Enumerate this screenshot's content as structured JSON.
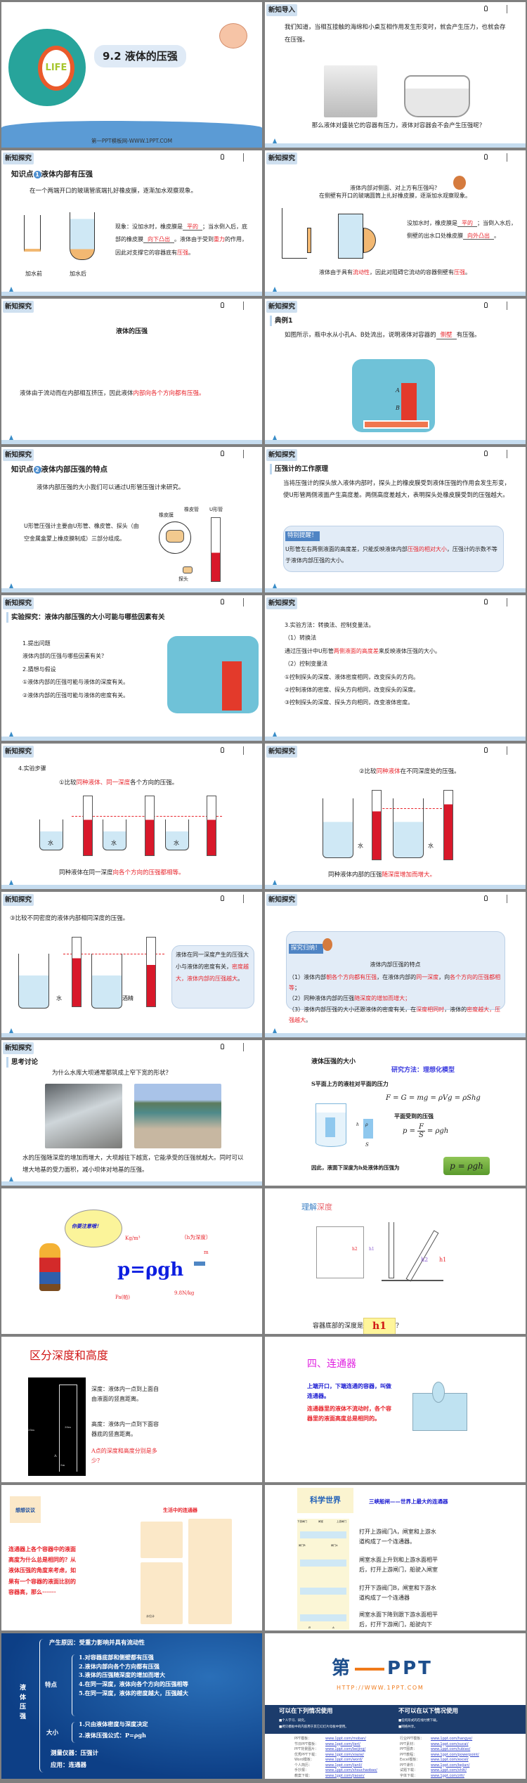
{
  "common": {
    "tag_intro": "新知导入",
    "tag_explore": "新知探究",
    "water": "水"
  },
  "s1": {
    "logo": "LIFE",
    "title": "9.2 液体的压强",
    "footer": "第一PPT模板网-WWW.1PPT.COM"
  },
  "s2": {
    "p1": "我们知道，当相互接触的海绵和小桌互相作用发生形变时，就会产生压力，也就会存在压强。",
    "p2": "那么液体对盛装它的容器有压力，液体对容器会不会产生压强呢？"
  },
  "s3": {
    "kp": "知识点",
    "num": "1",
    "heading": "液体内部有压强",
    "intro": "在一个两端开口的玻璃管底端扎好橡皮膜，逐渐加水观察现象。",
    "before": "加水前",
    "after": "加水后",
    "text": [
      "现象：没加水时，橡皮膜是",
      {
        "blank": "平的"
      },
      "；当水倒入后，底部的橡皮膜",
      {
        "blank": "向下凸出"
      },
      "。液体由于受到",
      {
        "red": "重力"
      },
      "的作用，因此对支撑它的容器底有",
      {
        "red": "压强"
      },
      "。"
    ]
  },
  "s4": {
    "q1": "液体内部对侧面、对上方有压强吗？",
    "q2": "在侧壁有开口的玻璃圆筒上扎好橡皮膜，逐渐加水观察现象。",
    "text": [
      "没加水时，橡皮膜是",
      {
        "blank": "平的"
      },
      "；当倒入水后，侧壁的出水口处橡皮膜",
      {
        "blank": "向外凸出"
      },
      "。"
    ],
    "concl": [
      "液体由于具有",
      {
        "red": "流动性"
      },
      "，因此对阻碍它流动的容器侧壁有",
      {
        "red": "压强"
      },
      "。"
    ]
  },
  "s5": {
    "title": "液体的压强",
    "text": [
      "液体由于流动而在内部相互挤压，因此液体",
      {
        "red": "内部向各个方向都有压强。"
      }
    ]
  },
  "s6": {
    "example": "典例1",
    "text": [
      "如图所示，瓶中水从小孔A、B处流出，说明液体对容器的",
      {
        "blank": "侧壁"
      },
      "有压强。"
    ],
    "label_a": "A",
    "label_b": "B"
  },
  "s7": {
    "kp": "知识点",
    "num": "2",
    "heading": "液体内部压强的特点",
    "intro": "液体内部压强的大小我们可以通过U形管压强计来研究。",
    "desc": "U形管压强计主要由U形管、橡皮管、探头（由空金属盒蒙上橡皮膜制成）三部分组成。",
    "l_membrane": "橡皮膜",
    "l_hose": "橡皮管",
    "l_utube": "U形管",
    "l_probe": "探头"
  },
  "s8": {
    "heading": "压强计的工作原理",
    "p": "当将压强计的探头放入液体内部时，探头上的橡皮膜受到液体压强的作用会发生形变，使U形管两侧液面产生高度差。两侧高度差越大，表明探头处橡皮膜受到的压强越大。",
    "remind": "特别提醒！",
    "text": [
      "U形管左右两侧液面的高度差，只能反映液体内部",
      {
        "red": "压强的相对大小"
      },
      "，压强计的示数不等于液体内部压强的大小。"
    ]
  },
  "s9": {
    "heading": "实验探究：液体内部压强的大小可能与哪些因素有关",
    "lines": [
      "1.提出问题",
      "液体内部的压强与哪些因素有关？",
      "2.猜想与假设",
      "①液体内部的压强可能与液体的深度有关。",
      "②液体内部的压强可能与液体的密度有关。"
    ]
  },
  "s10": {
    "l1": "3.实验方法：转换法、控制变量法。",
    "l2": "（1）转换法",
    "l3": [
      "通过压强计中U形管",
      {
        "red": "两侧液面的高度差"
      },
      "来反映液体压强的大小。"
    ],
    "l4": "（2）控制变量法",
    "l5": "①控制探头的深度、液体密度相同，改变探头的方向。",
    "l6": "②控制液体的密度、探头方向相同，改变探头的深度。",
    "l7": "③控制探头的深度、探头方向相同，改变液体密度。"
  },
  "s11": {
    "step": "4.实验步骤",
    "title": [
      "①比较",
      {
        "red": "同种液体、同一深度"
      },
      "各个方向的压强。"
    ],
    "concl": [
      "同种液体在同一深度",
      {
        "red": "向各个方向的压强都相等。"
      }
    ]
  },
  "s12": {
    "title": [
      "②比较",
      {
        "red": "同种液体"
      },
      "在不同深度处的压强。"
    ],
    "concl": [
      "同种液体内部的压强",
      {
        "red": "随深度增加而增大。"
      }
    ]
  },
  "s13": {
    "title": "③比较不同密度的液体内部相同深度的压强。",
    "alcohol": "酒精",
    "bubble": [
      "液体在同一深度产生的压强大小与液体的密度有关，",
      {
        "red": "密度越大，液体内部的压强越大"
      },
      "。"
    ]
  },
  "s14": {
    "label": "探究归纳！",
    "title": "液体内部压强的特点",
    "i1": [
      "（1）液体内部",
      {
        "red": "朝各个方向都有压强"
      },
      "，在液体内部的",
      {
        "red": "同一深度"
      },
      "，向",
      {
        "red": "各个方向的压强都相等"
      },
      "；"
    ],
    "i2": [
      "（2）同种液体内部的压强",
      {
        "red": "随深度的增加而增大；"
      }
    ],
    "i3": [
      "（3）液体内部压强的大小还跟液体的密度有关，在",
      {
        "red": "深度相同时"
      },
      "，液体的",
      {
        "red": "密度越大，压强越大"
      },
      "。"
    ]
  },
  "s15": {
    "heading": "思考讨论",
    "q": "为什么水库大坝通常都筑成上窄下宽的形状？",
    "a": "水的压强随深度的增加而增大，大坝越往下越宽，它能承受的压强就越大。同时可以增大地基的受力面积，减小坝体对地基的压强。"
  },
  "s16": {
    "title": "液体压强的大小",
    "method": "研究方法：理想化模型",
    "l1": "S平面上方的液柱对平面的压力",
    "f1": "F = G = mg = ρVg = ρShg",
    "l2": "平面受到的压强",
    "f2_lhs": "p =",
    "f2_num": "F",
    "f2_den": "S",
    "f2_rhs": "= ρgh",
    "concl": "因此，液面下深度为h处液体的压强为",
    "boxed": "p = ρgh",
    "h": "h",
    "rho": "ρ",
    "s": "S"
  },
  "s17": {
    "bubble": "你要注意哦！",
    "formula": "p=ρgh",
    "unit_rho": "Kg/m³",
    "h_note": "（h为深度）",
    "unit_h": "m",
    "unit_p": "Pa(帕)",
    "unit_g": "9.8N/kg"
  },
  "s18": {
    "title_a": "理解",
    "title_b": "深度",
    "h1": "h1",
    "h2": "h2",
    "q": "容器底部的深度是",
    "answer": "h1",
    "qmark": "?"
  },
  "s19": {
    "title": "区分深度和高度",
    "d1": "深度：液体内一点到上面自由液面的竖直距离。",
    "d2": "高度：液体内一点到下面容器底的竖直距离。",
    "q": "A点的深度和高度分别是多少？",
    "m35": "35m",
    "m30": "30m",
    "a": "A",
    "m5": "5m"
  },
  "s20": {
    "title": "四、连通器",
    "t1": "上端开口，下端连通的容器，叫做连通器。",
    "t2": "连通器里的液体不流动时，各个容器里的液面高度总是相同的。"
  },
  "s21": {
    "badge": "想想议议",
    "title": "生活中的连通器",
    "text": "连通器上各个容器中的液面高度为什么总是相同的？从液体压强的角度来考虑，如果有一个容器的液面比别的容器高，那么·······",
    "gauge": "水位计"
  },
  "s22": {
    "badge": "科学世界",
    "title": "三峡船闸——世界上最大的连通器",
    "l_down": "下游闸门",
    "l_room": "闸室",
    "l_up": "上游闸门",
    "l_b": "闸门B",
    "l_a": "闸门A",
    "b": "B",
    "a": "A",
    "steps": [
      "打开上游阀门A，闸室和上游水道构成了一个连通器。",
      "闸室水面上升到和上游水面相平后，打开上游闸门，船驶入闸室",
      "打开下游阀门B，闸室和下游水道构成了一个连通器",
      "闸室水面下降到跟下游水面相平后，打开下游闸门，船驶向下游。"
    ]
  },
  "s23": {
    "root": "液体压强",
    "cause": "产生原因：受重力影响并具有流动性",
    "feat": "特点",
    "feats": [
      "1.对容器底部和侧壁都有压强",
      "2.液体内部向各个方向都有压强",
      "3.液体的压强随深度的增加而增大",
      "4.在同一深度，液体向各个方向的压强相等",
      "5.在同一深度，液体的密度越大，压强越大"
    ],
    "size": "大小",
    "sizes": [
      "1.只由液体密度与深度决定",
      "2.液体压强公式：P=ρgh"
    ],
    "meter": "测量仪器：压强计",
    "app": "应用：连通器"
  },
  "s24": {
    "logo_a": "第",
    "logo_b": "PPT",
    "url": "HTTP://WWW.1PPT.COM",
    "can": "可以在下列情况使用",
    "can_items": [
      "■个人学习、研究。",
      "■拷贝模板中的内容用于其它幻灯片母板中使用。"
    ],
    "cannot": "不可以在以下情况使用",
    "cannot_items": [
      "■任何形式的在线付费下载。",
      "■网络共享。"
    ],
    "links_left": [
      {
        "l": "PPT模板：",
        "u": "www.1ppt.com/moban/"
      },
      {
        "l": "节日PPT模板：",
        "u": "www.1ppt.com/jieri/"
      },
      {
        "l": "PPT背景图片：",
        "u": "www.1ppt.com/beijing/"
      },
      {
        "l": "优秀PPT下载：",
        "u": "www.1ppt.com/xiazai/"
      },
      {
        "l": "Word模板：",
        "u": "www.1ppt.com/word/"
      },
      {
        "l": "个人简历：",
        "u": "www.1ppt.com/jianli/"
      },
      {
        "l": "手抄报：",
        "u": "www.1ppt.com/shouchaobao/"
      },
      {
        "l": "教案下载：",
        "u": "www.1ppt.com/jiaoan/"
      }
    ],
    "links_right": [
      {
        "l": "行业PPT模板：",
        "u": "www.1ppt.com/hangye/"
      },
      {
        "l": "PPT素材：",
        "u": "www.1ppt.com/sucai/"
      },
      {
        "l": "PPT图表：",
        "u": "www.1ppt.com/tubiao/"
      },
      {
        "l": "PPT教程：",
        "u": "www.1ppt.com/powerpoint/"
      },
      {
        "l": "Excel模板：",
        "u": "www.1ppt.com/excel/"
      },
      {
        "l": "PPT课件：",
        "u": "www.1ppt.com/kejian/"
      },
      {
        "l": "试题下载：",
        "u": "www.1ppt.com/shiti/"
      },
      {
        "l": "字体下载：",
        "u": "www.1ppt.com/ziti/"
      }
    ]
  },
  "colors": {
    "accent_red": "#e8242b",
    "tag_bg": "#cfe0f0",
    "footer_blue": "#c5dcef",
    "title_blue": "#5b9bd5"
  }
}
